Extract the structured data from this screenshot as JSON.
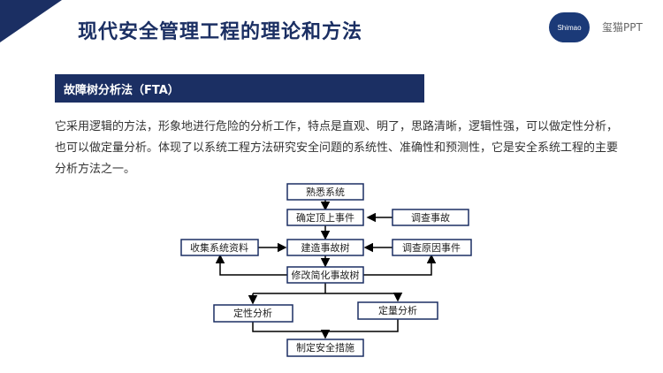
{
  "header": {
    "title": "现代安全管理工程的理论和方法",
    "logo_text": "Shimao",
    "brand": "玺猫PPT"
  },
  "section": {
    "title": "故障树分析法（FTA）"
  },
  "body": {
    "paragraph": "它采用逻辑的方法，形象地进行危险的分析工作，特点是直观、明了，思路清晰，逻辑性强，可以做定性分析，也可以做定量分析。体现了以系统工程方法研究安全问题的系统性、准确性和预测性，它是安全系统工程的主要分析方法之一。"
  },
  "flow": {
    "nodes": {
      "familiarize": "熟悉系统",
      "top_event": "确定顶上事件",
      "investigate_accident": "调查事故",
      "collect_data": "收集系统资料",
      "build_tree": "建造事故树",
      "investigate_cause": "调查原因事件",
      "simplify": "修改简化事故树",
      "qualitative": "定性分析",
      "quantitative": "定量分析",
      "measures": "制定安全措施"
    }
  }
}
